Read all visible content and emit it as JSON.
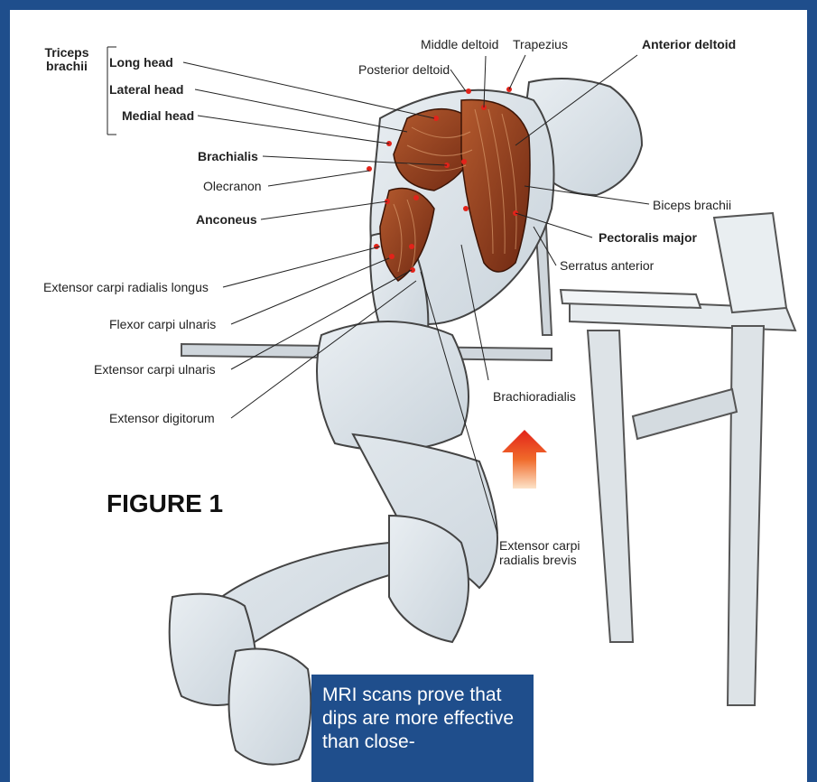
{
  "figure_label": "FIGURE 1",
  "triceps_group": {
    "line1": "Triceps",
    "line2": "brachii"
  },
  "labels": {
    "long_head": "Long head",
    "lateral_head": "Lateral head",
    "medial_head": "Medial head",
    "brachialis": "Brachialis",
    "olecranon": "Olecranon",
    "anconeus": "Anconeus",
    "ext_carpi_radialis_longus": "Extensor carpi radialis longus",
    "flexor_carpi_ulnaris": "Flexor carpi ulnaris",
    "ext_carpi_ulnaris": "Extensor carpi ulnaris",
    "ext_digitorum": "Extensor digitorum",
    "middle_deltoid": "Middle deltoid",
    "posterior_deltoid": "Posterior deltoid",
    "trapezius": "Trapezius",
    "anterior_deltoid": "Anterior deltoid",
    "biceps_brachii": "Biceps brachii",
    "pectoralis_major": "Pectoralis major",
    "serratus_anterior": "Serratus anterior",
    "brachioradialis": "Brachioradialis",
    "ext_carpi_radialis_brevis_1": "Extensor carpi",
    "ext_carpi_radialis_brevis_2": "radialis brevis"
  },
  "callout": "MRI scans prove that dips are more effective than close-",
  "colors": {
    "frame": "#1f4e8c",
    "muscle": "#8a3a1c",
    "arrow_top": "#e2231a",
    "arrow_bottom": "#fde3c8"
  }
}
